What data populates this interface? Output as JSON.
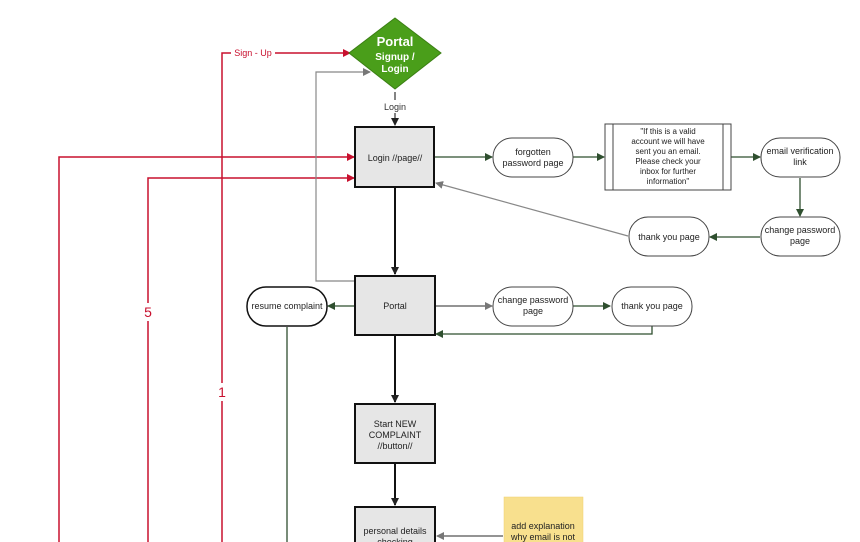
{
  "colors": {
    "red": "#c8102e",
    "green": "#4a9e1a",
    "dark_green": "#2f4f2f",
    "gray_line": "#888888",
    "box_fill": "#e6e6e6",
    "sticky": "#f8e08e"
  },
  "start": {
    "title": "Portal",
    "subtitle": [
      "Signup /",
      "Login"
    ]
  },
  "labels": {
    "sign_up": "Sign - Up",
    "login": "Login",
    "num_5": "5",
    "num_1": "1"
  },
  "nodes": {
    "login_page": [
      "Login //page//"
    ],
    "portal": [
      "Portal"
    ],
    "start_new": [
      "Start NEW",
      "COMPLAINT",
      "//button//"
    ],
    "personal_details": [
      "personal details",
      "checking"
    ],
    "forgotten": [
      "forgotten",
      "password page"
    ],
    "email_notice": [
      "\"If this is a valid",
      "account we will have",
      "sent you an email.",
      "Please check your",
      "inbox for further",
      "information\""
    ],
    "email_verification": [
      "email verification",
      "link"
    ],
    "change_password_top": [
      "change password",
      "page"
    ],
    "thank_you_top": [
      "thank you page"
    ],
    "resume": [
      "resume complaint"
    ],
    "change_password_mid": [
      "change password",
      "page"
    ],
    "thank_you_mid": [
      "thank you page"
    ],
    "sticky": [
      "add explanation",
      "why email is not"
    ]
  }
}
